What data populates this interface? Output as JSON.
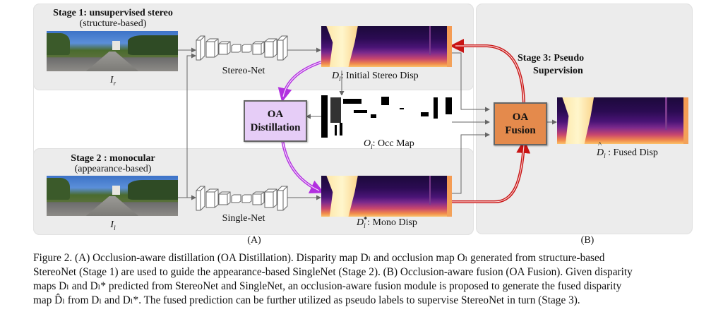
{
  "figure": {
    "panel_a_label": "(A)",
    "panel_b_label": "(B)",
    "stage1": {
      "title": "Stage 1: unsupervised stereo",
      "subtitle": "(structure-based)",
      "input_label": "I",
      "input_sub": "r",
      "network_label": "Stereo-Net",
      "output_label_sym": "D",
      "output_label_sub": "l",
      "output_label_text": ": Initial Stereo Disp"
    },
    "stage2": {
      "title": "Stage 2 : monocular",
      "subtitle": "(appearance-based)",
      "input_label": "I",
      "input_sub": "l",
      "network_label": "Single-Net",
      "output_label_sym": "D",
      "output_label_sup": "*",
      "output_label_sub": "l",
      "output_label_text": ": Mono Disp"
    },
    "occlusion": {
      "label_sym": "O",
      "label_sub": "l",
      "label_text": ": Occ Map"
    },
    "distillation_box": {
      "line1": "OA",
      "line2": "Distillation",
      "color": "#e6cdf7"
    },
    "fusion_box": {
      "line1": "OA",
      "line2": "Fusion",
      "color": "#e48a4c"
    },
    "stage3": {
      "title_line1": "Stage 3: Pseudo",
      "title_line2": "Supervision",
      "output_label_sym": "D",
      "output_label_hat": "^",
      "output_label_sub": "l",
      "output_label_text": " : Fused Disp"
    },
    "colors": {
      "panel_bg": "#ececec",
      "distill_arrow": "#b22fe0",
      "supervision_arrow": "#c81414",
      "connector": "#666666"
    }
  },
  "caption": {
    "lines": [
      "Figure 2. (A) Occlusion-aware distillation (OA Distillation).  Disparity map Dₗ and occlusion map Oₗ generated from structure-based",
      "StereoNet (Stage 1) are used to guide the appearance-based SingleNet (Stage 2). (B) Occlusion-aware fusion (OA Fusion). Given disparity",
      "maps Dₗ and Dₗ* predicted from StereoNet and SingleNet, an occlusion-aware fusion module is proposed to generate the fused disparity",
      "map D̂ₗ from Dₗ and Dₗ*. The fused prediction can be further utilized as pseudo labels to supervise StereoNet in turn (Stage 3)."
    ]
  }
}
